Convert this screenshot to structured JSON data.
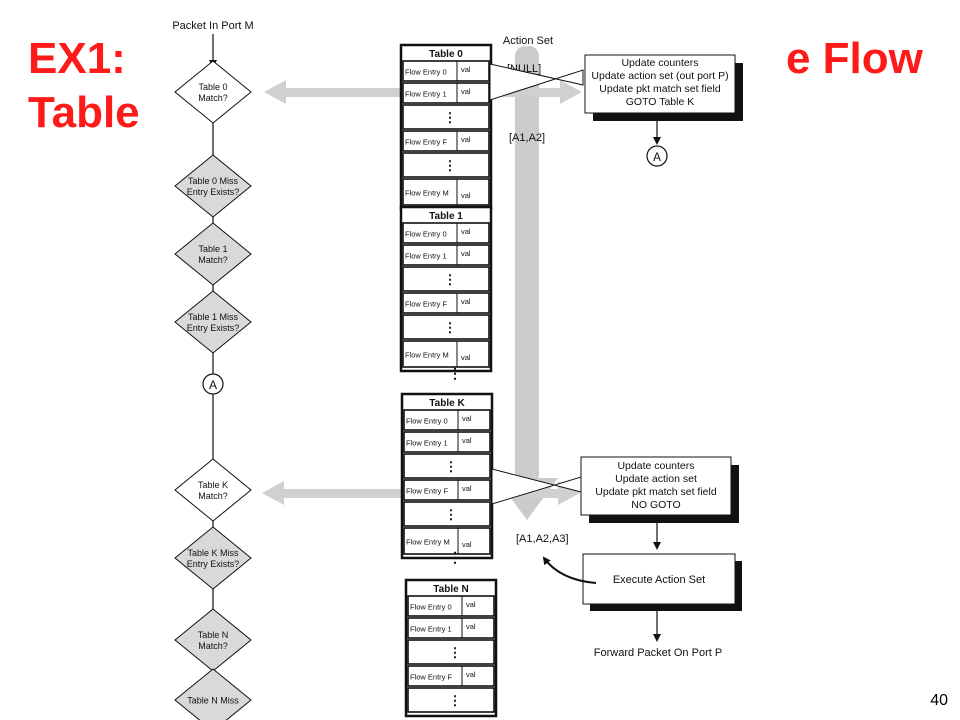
{
  "slide": {
    "title_line1": "EX1:                                                      e Flow",
    "title_line2": "Table",
    "page_number": "40"
  },
  "colors": {
    "title": "#ff1a1a",
    "band": "#cccccc",
    "diamond_fill": "#d9d9d9"
  },
  "diagram": {
    "start_label": "Packet In Port M",
    "action_set_label": "Action Set",
    "action_set_states": [
      "[NULL]",
      "[A1,A2]",
      "[A1,A2,A3]"
    ],
    "diamonds": [
      {
        "lines": [
          "Table 0",
          "Match?"
        ],
        "shaded": false
      },
      {
        "lines": [
          "Table 0 Miss",
          "Entry Exists?"
        ],
        "shaded": true
      },
      {
        "lines": [
          "Table 1",
          "Match?"
        ],
        "shaded": true
      },
      {
        "lines": [
          "Table 1 Miss",
          "Entry Exists?"
        ],
        "shaded": true
      },
      {
        "lines": [
          "Table K",
          "Match?"
        ],
        "shaded": false
      },
      {
        "lines": [
          "Table K Miss",
          "Entry Exists?"
        ],
        "shaded": true
      },
      {
        "lines": [
          "Table N",
          "Match?"
        ],
        "shaded": true
      },
      {
        "lines": [
          "Table N Miss"
        ],
        "shaded": true
      }
    ],
    "connector": "A",
    "tables": [
      {
        "name": "Table 0",
        "rows": [
          {
            "entry": "Flow Entry 0",
            "val": "val"
          },
          {
            "entry": "Flow Entry 1",
            "val": "val"
          },
          {
            "entry": ""
          },
          {
            "entry": "Flow Entry F",
            "val": "val"
          },
          {
            "entry": ""
          },
          {
            "entry": "Flow Entry M",
            "val": "val"
          }
        ]
      },
      {
        "name": "Table 1",
        "rows": [
          {
            "entry": "Flow Entry 0",
            "val": "val"
          },
          {
            "entry": "Flow Entry 1",
            "val": "val"
          },
          {
            "entry": ""
          },
          {
            "entry": "Flow Entry F",
            "val": "val"
          },
          {
            "entry": ""
          },
          {
            "entry": "Flow Entry M",
            "val": "val"
          }
        ]
      },
      {
        "name": "Table K",
        "rows": [
          {
            "entry": "Flow Entry 0",
            "val": "val"
          },
          {
            "entry": "Flow Entry 1",
            "val": "val"
          },
          {
            "entry": ""
          },
          {
            "entry": "Flow Entry F",
            "val": "val"
          },
          {
            "entry": ""
          },
          {
            "entry": "Flow Entry M",
            "val": "val"
          }
        ]
      },
      {
        "name": "Table N",
        "rows": [
          {
            "entry": "Flow Entry 0",
            "val": "val"
          },
          {
            "entry": "Flow Entry 1",
            "val": "val"
          },
          {
            "entry": ""
          },
          {
            "entry": "Flow Entry F",
            "val": "val"
          },
          {
            "entry": ""
          }
        ]
      }
    ],
    "ellipsis": "⋮",
    "box_top_lines": [
      "Update counters",
      "Update action set (out port P)",
      "Update pkt match set field",
      "GOTO Table K"
    ],
    "box_mid_lines": [
      "Update counters",
      "Update action set",
      "Update pkt match set field",
      "NO GOTO"
    ],
    "execute_label": "Execute Action Set",
    "forward_label": "Forward Packet On Port P"
  }
}
